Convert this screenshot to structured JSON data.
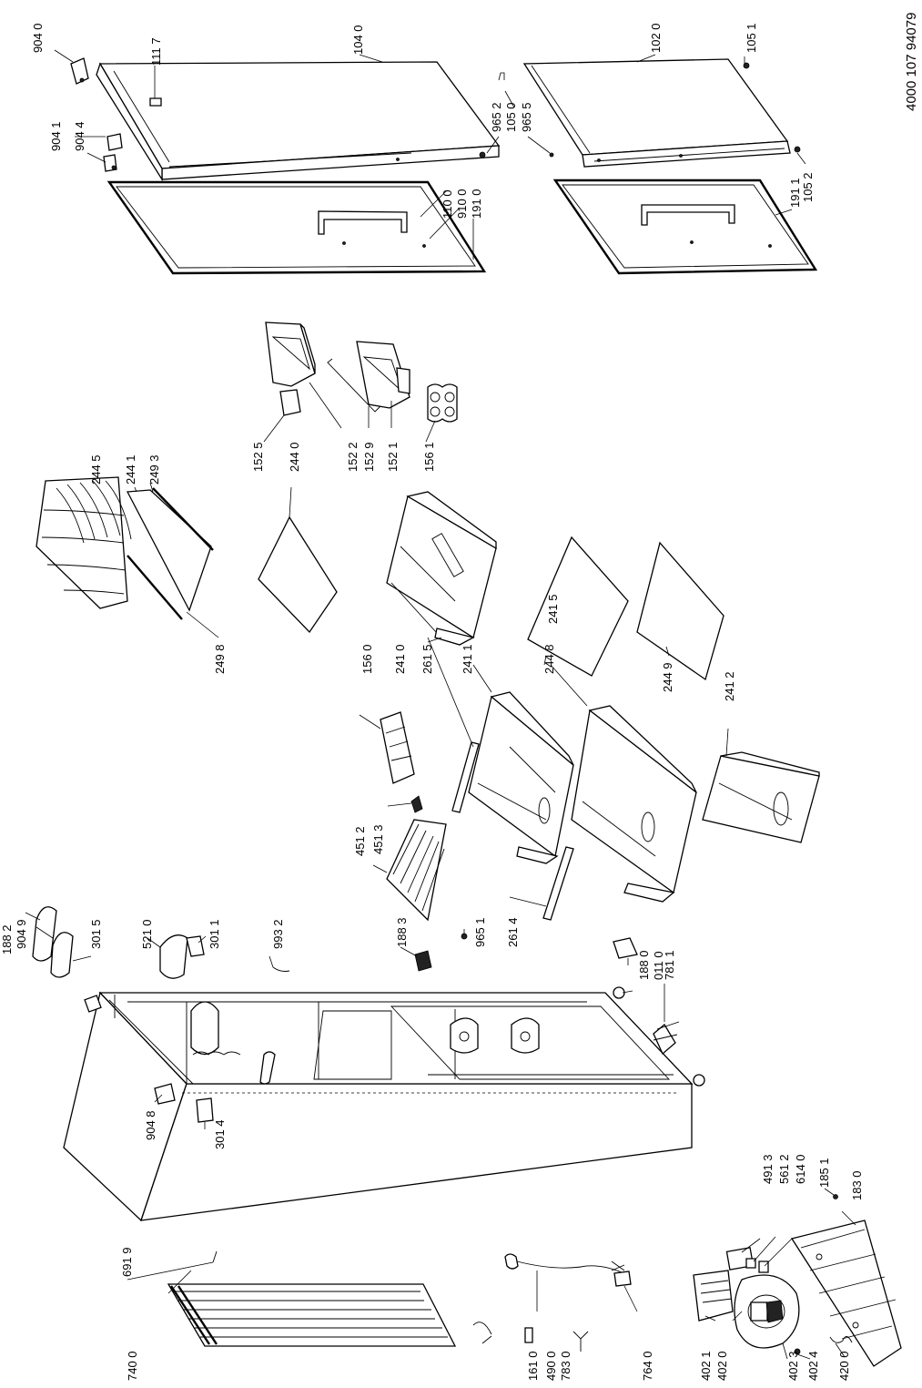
{
  "document_id": "4000 107 94079",
  "labels": {
    "l9040": "904 0",
    "l1117": "111 7",
    "l1040": "104 0",
    "l9041": "904 1",
    "l9044": "904 4",
    "l9652": "965 2",
    "l1050": "105 0",
    "l9655": "965 5",
    "l1020": "102 0",
    "l1051": "105 1",
    "l1052": "105 2",
    "l1100": "110 0",
    "l9100": "910 0",
    "l1910": "191 0",
    "l1911": "191 1",
    "l1525": "152 5",
    "l1522": "152 2",
    "l1529": "152 9",
    "l1521": "152 1",
    "l1561": "156 1",
    "l2445": "244 5",
    "l2441": "244 1",
    "l2493": "249 3",
    "l2440": "244 0",
    "l2498": "249 8",
    "l2410": "241 0",
    "l1560": "156 0",
    "l2615": "261 5",
    "l2411": "241 1",
    "l2448": "244 8",
    "l2415": "241 5",
    "l2449": "244 9",
    "l2412": "241 2",
    "l4512": "451 2",
    "l4513": "451 3",
    "l1883": "188 3",
    "l9651": "965 1",
    "l2614": "261 4",
    "l1882": "188 2",
    "l9049": "904 9",
    "l3015": "301 5",
    "l5210": "521 0",
    "l3011": "301 1",
    "l9932": "993 2",
    "l1880": "188 0",
    "l0110": "011 0",
    "l7811": "781 1",
    "l9048": "904 8",
    "l3014": "301 4",
    "l6919": "691 9",
    "l7400": "740 0",
    "l1610": "161 0",
    "l4900": "490 0",
    "l7830": "783 0",
    "l7640": "764 0",
    "l4913": "491 3",
    "l5612": "561 2",
    "l6140": "614 0",
    "l1851": "185 1",
    "l1830": "183 0",
    "l4021": "402 1",
    "l4020": "402 0",
    "l4023": "402 3",
    "l4024": "402 4",
    "l4200": "420 0"
  }
}
